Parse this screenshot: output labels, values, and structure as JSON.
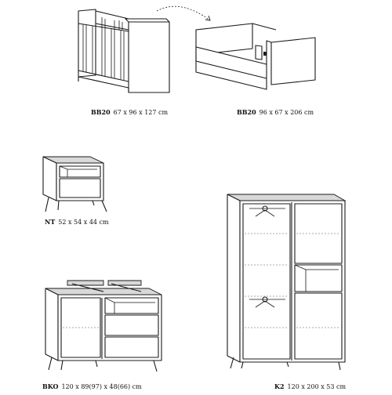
{
  "products": [
    {
      "code": "BB20",
      "dimensions": "67 x 96 x 127 cm",
      "icon": "crib-illustration"
    },
    {
      "code": "BB20",
      "dimensions": "96 x 67 x 206 cm",
      "icon": "junior-bed-illustration"
    },
    {
      "code": "NT",
      "dimensions": "52 x 54 x 44 cm",
      "icon": "nightstand-illustration"
    },
    {
      "code": "BKO",
      "dimensions": "120 x 89(97) x 48(66) cm",
      "icon": "changing-dresser-illustration"
    },
    {
      "code": "K2",
      "dimensions": "120 x 200 x 53 cm",
      "icon": "wardrobe-illustration"
    }
  ],
  "transform_arrow": {
    "icon": "curved-arrow-icon",
    "meaning": "crib converts to bed"
  },
  "colors": {
    "line": "#1a1a1a",
    "top_surface": "#d9d9d9",
    "background": "#ffffff"
  }
}
